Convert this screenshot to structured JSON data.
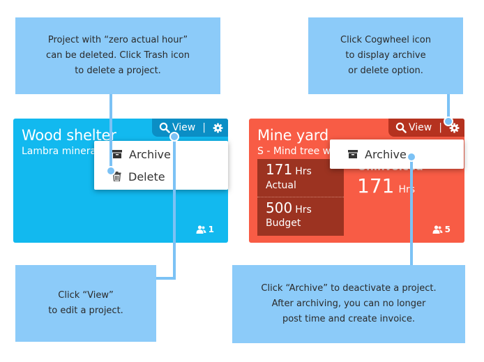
{
  "callouts": {
    "delete_info": [
      "Project with “zero actual hour”",
      "can be deleted. Click Trash icon",
      "to delete a project."
    ],
    "cog_info": [
      "Click Cogwheel icon",
      "to display archive",
      "or delete option."
    ],
    "view_info": [
      "Click “View”",
      "to edit a project."
    ],
    "archive_info": [
      "Click “Archive” to deactivate a project.",
      "After archiving, you can no longer",
      "post time and create invoice."
    ]
  },
  "left_card": {
    "title": "Wood shelter",
    "subtitle": "Lambra minera",
    "view_label": "View",
    "separator": "|",
    "menu": {
      "archive_label": "Archive",
      "delete_label": "Delete"
    },
    "member_count": "1"
  },
  "right_card": {
    "title": "Mine yard",
    "subtitle": "S - Mind tree w",
    "view_label": "View",
    "separator": "|",
    "menu": {
      "archive_label": "Archive"
    },
    "actual": {
      "value": "171",
      "unit": "Hrs",
      "label": "Actual"
    },
    "budget": {
      "value": "500",
      "unit": "Hrs",
      "label": "Budget"
    },
    "uninvoiced": {
      "label": "Uninvoiced",
      "value": "171",
      "unit": "Hrs"
    },
    "member_count": "5"
  },
  "colors": {
    "callout_bg": "#8ccbf9",
    "card_blue": "#12b9ef",
    "card_red": "#f85c45",
    "tab_blue": "#0b8ec5",
    "tab_red": "#b5321f",
    "stat_dark_red": "#9c3321"
  },
  "icons": [
    "search-icon",
    "gear-icon",
    "archive-box-icon",
    "trash-icon",
    "users-icon"
  ]
}
